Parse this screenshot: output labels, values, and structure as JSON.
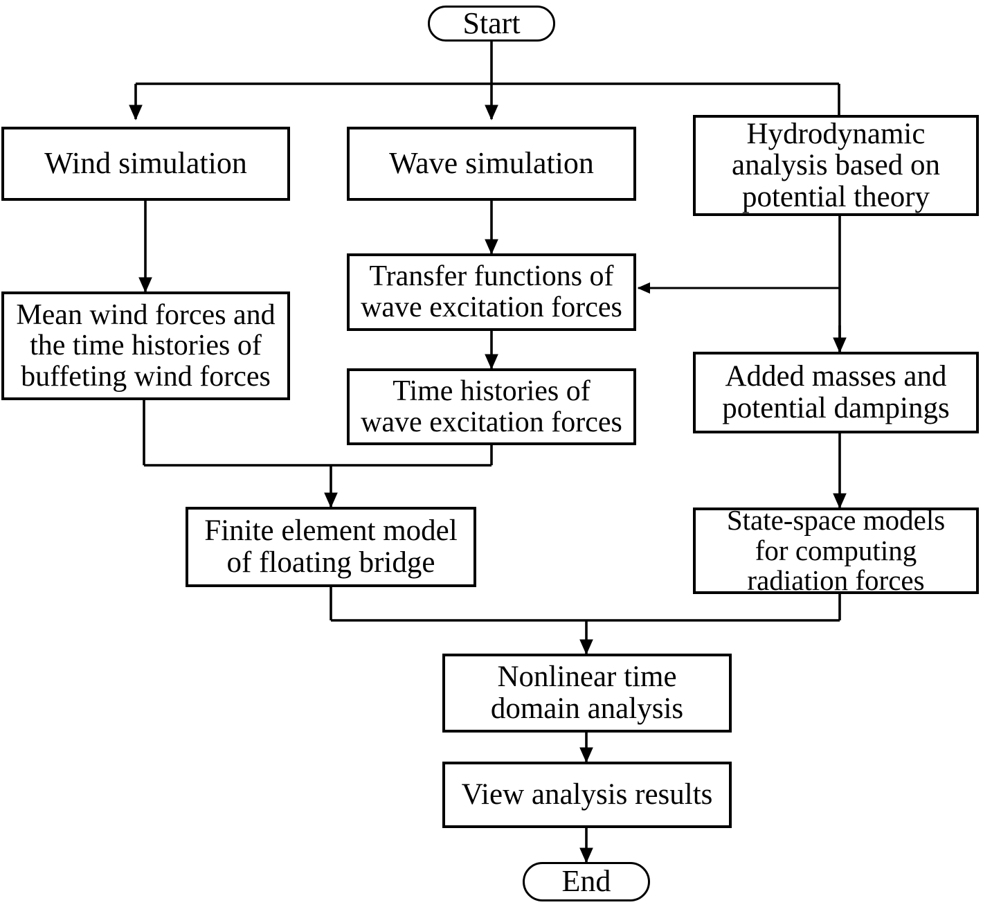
{
  "diagram": {
    "title": "Flowchart of nonlinear time domain analysis of a floating bridge under wind and wave loads",
    "type": "flowchart",
    "stroke_color": "#000000",
    "fill_color": "#ffffff",
    "background": "#ffffff"
  },
  "nodes": {
    "start": {
      "label": "Start",
      "shape": "terminal"
    },
    "wind_simulation": {
      "label": "Wind simulation",
      "shape": "process"
    },
    "wave_simulation": {
      "label": "Wave simulation",
      "shape": "process"
    },
    "hydrodynamic_analysis": {
      "label": "Hydrodynamic\nanalysis based on\npotential theory",
      "shape": "process"
    },
    "transfer_functions": {
      "label": "Transfer functions of\nwave excitation forces",
      "shape": "process"
    },
    "mean_wind_forces": {
      "label": "Mean wind forces and\nthe time histories of\nbuffeting wind forces",
      "shape": "process"
    },
    "time_histories_wave": {
      "label": "Time histories of\nwave excitation forces",
      "shape": "process"
    },
    "added_masses": {
      "label": "Added masses and\npotential dampings",
      "shape": "process"
    },
    "finite_element_model": {
      "label": "Finite element model\nof floating bridge",
      "shape": "process"
    },
    "state_space_models": {
      "label": "State-space models\nfor computing\nradiation forces",
      "shape": "process"
    },
    "nonlinear_analysis": {
      "label": "Nonlinear time\ndomain analysis",
      "shape": "process"
    },
    "view_results": {
      "label": "View analysis results",
      "shape": "process"
    },
    "end": {
      "label": "End",
      "shape": "terminal"
    }
  },
  "edges": [
    {
      "from": "start",
      "to": "wind_simulation",
      "style": "orthogonal-branch",
      "arrow": true
    },
    {
      "from": "start",
      "to": "wave_simulation",
      "style": "straight",
      "arrow": true
    },
    {
      "from": "start",
      "to": "hydrodynamic_analysis",
      "style": "orthogonal-branch",
      "arrow": false
    },
    {
      "from": "wind_simulation",
      "to": "mean_wind_forces",
      "style": "straight",
      "arrow": true
    },
    {
      "from": "wave_simulation",
      "to": "transfer_functions",
      "style": "straight",
      "arrow": true
    },
    {
      "from": "hydrodynamic_analysis",
      "to": "transfer_functions",
      "style": "orthogonal-left",
      "arrow": true
    },
    {
      "from": "hydrodynamic_analysis",
      "to": "added_masses",
      "style": "straight",
      "arrow": true
    },
    {
      "from": "transfer_functions",
      "to": "time_histories_wave",
      "style": "straight",
      "arrow": true
    },
    {
      "from": "added_masses",
      "to": "state_space_models",
      "style": "straight",
      "arrow": true
    },
    {
      "from": "mean_wind_forces",
      "to": "finite_element_model",
      "style": "orthogonal-merge",
      "arrow": true
    },
    {
      "from": "time_histories_wave",
      "to": "finite_element_model",
      "style": "orthogonal-merge",
      "arrow": true
    },
    {
      "from": "finite_element_model",
      "to": "nonlinear_analysis",
      "style": "orthogonal-merge",
      "arrow": true
    },
    {
      "from": "state_space_models",
      "to": "nonlinear_analysis",
      "style": "orthogonal-merge",
      "arrow": true
    },
    {
      "from": "nonlinear_analysis",
      "to": "view_results",
      "style": "straight",
      "arrow": true
    },
    {
      "from": "view_results",
      "to": "end",
      "style": "straight",
      "arrow": true
    }
  ]
}
